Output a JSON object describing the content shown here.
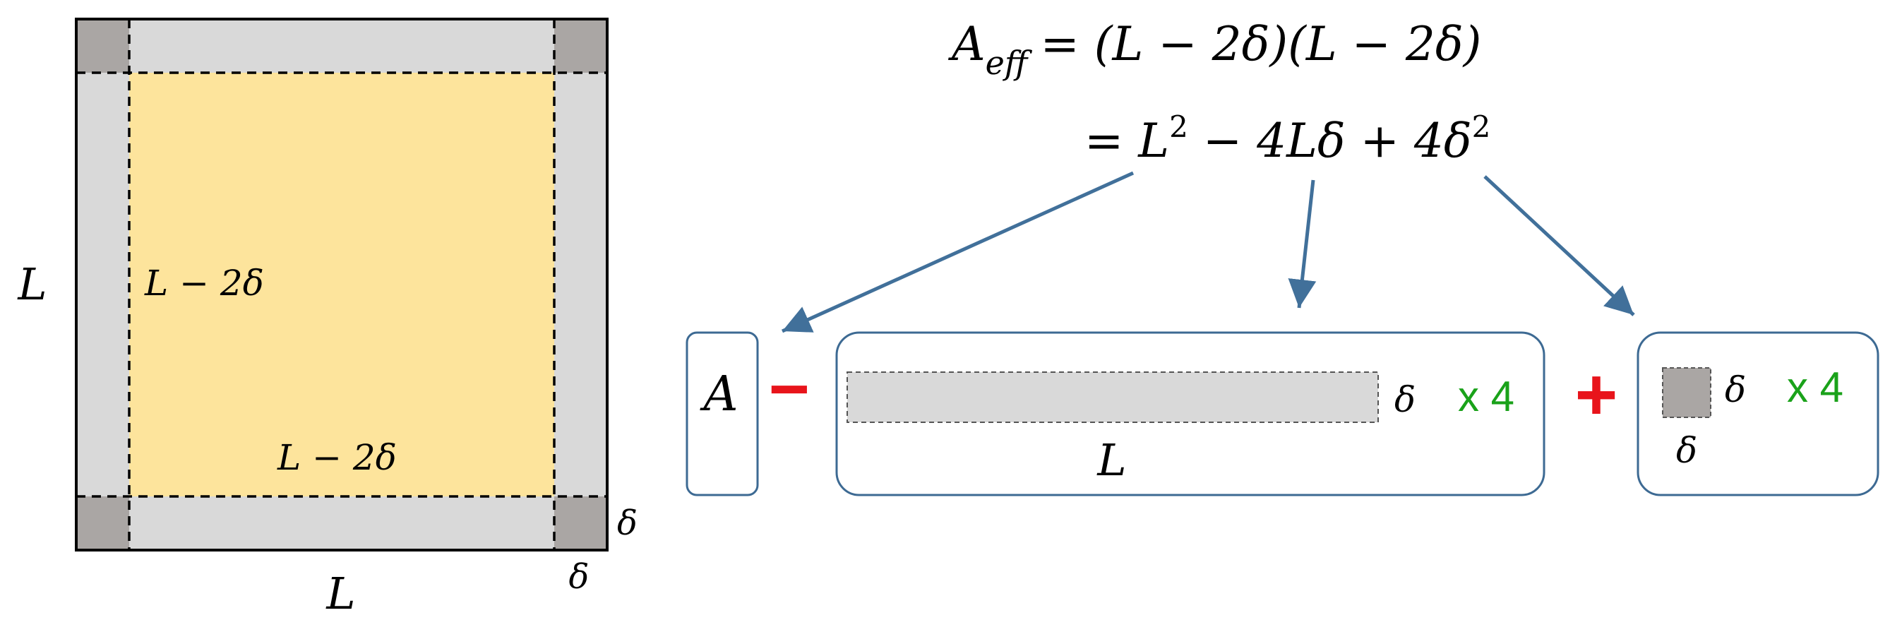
{
  "colors": {
    "border_strip": "#d9d9d9",
    "corner": "#aaa6a4",
    "effective_area": "#fde49c",
    "outline": "#000000",
    "box_stroke": "#3d6a93",
    "arrow": "#41709a",
    "minus": "#e8141b",
    "plus": "#e8141b",
    "multiplier": "#1aa21a"
  },
  "square": {
    "side_label_left": "L",
    "side_label_bottom": "L",
    "inner_label_vertical": "L − 2δ",
    "inner_label_horizontal": "L − 2δ",
    "corner_delta_right": "δ",
    "corner_delta_bottom": "δ"
  },
  "equation": {
    "lhs_base": "A",
    "lhs_sub": "eff",
    "line1_rhs": "= (L − 2δ)(L − 2δ)",
    "line2_eq": "= ",
    "line2_L": "L",
    "line2_exp1": "2",
    "line2_mid": " − 4Lδ + 4δ",
    "line2_exp2": "2"
  },
  "breakdown": {
    "area_term": "A",
    "minus_sign": "−",
    "strip_length_label": "L",
    "strip_width_label": "δ",
    "strip_multiplier": "x 4",
    "plus_sign": "+",
    "corner_side_right": "δ",
    "corner_side_bottom": "δ",
    "corner_multiplier": "x 4"
  }
}
